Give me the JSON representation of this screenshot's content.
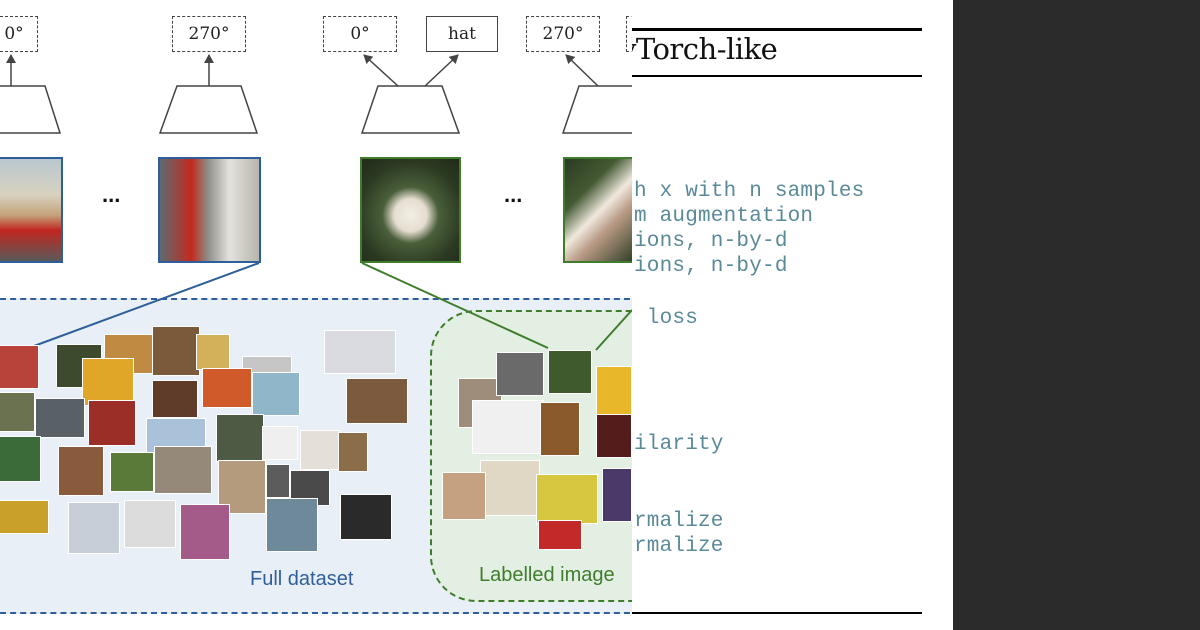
{
  "diagram": {
    "top_labels": [
      {
        "text": "0°",
        "style": "dashed"
      },
      {
        "text": "270°",
        "style": "dashed"
      },
      {
        "text": "0°",
        "style": "dashed"
      },
      {
        "text": "hat",
        "style": "solid"
      },
      {
        "text": "270°",
        "style": "dashed"
      }
    ],
    "ellipsis": "...",
    "captions": {
      "full_dataset": "Full dataset",
      "labelled_images": "Labelled image"
    },
    "colors": {
      "unlabelled": "#2f5f9a",
      "labelled": "#3f7d2d",
      "dataset_bg": "#e9eff7",
      "labelled_bg": "#e3efe3"
    }
  },
  "paper": {
    "title": "yTorch-like",
    "code_lines": [
      "h x with n samples",
      "m augmentation",
      "ions, n-by-d",
      "ions, n-by-d",
      " loss",
      "ilarity",
      "rmalize",
      "rmalize"
    ]
  },
  "background": {
    "panel_color": "#2b2b2b",
    "circle_color": "#6b6b6b"
  }
}
